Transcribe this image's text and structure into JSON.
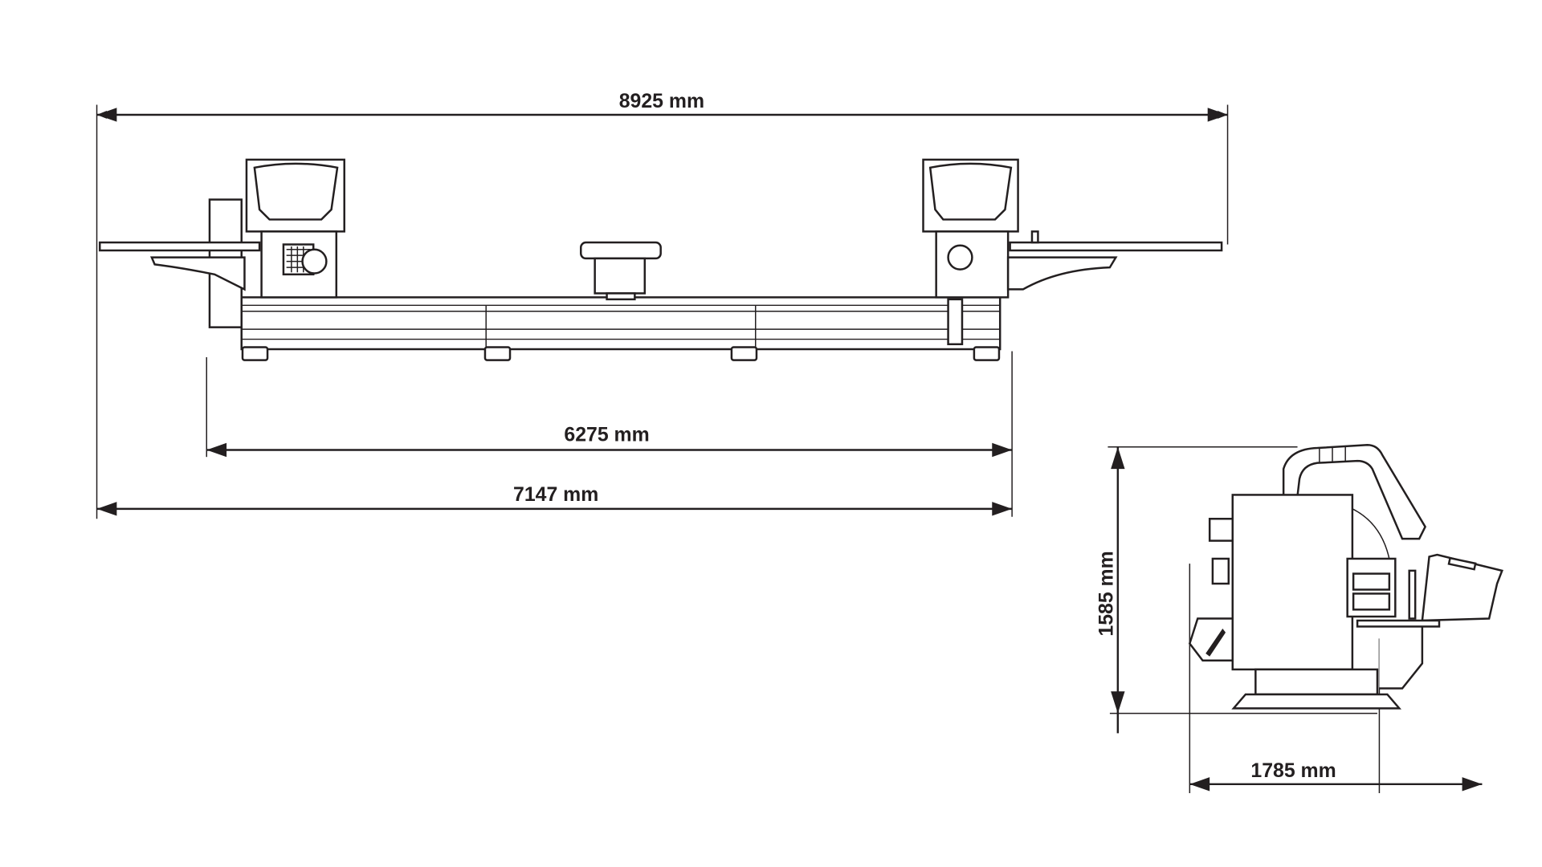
{
  "dimensions": {
    "total_length": "8925 mm",
    "bed_length": "6275 mm",
    "base_length": "7147 mm",
    "height": "1585 mm",
    "depth": "1785 mm"
  },
  "colors": {
    "line": "#231f20",
    "background": "#ffffff"
  }
}
